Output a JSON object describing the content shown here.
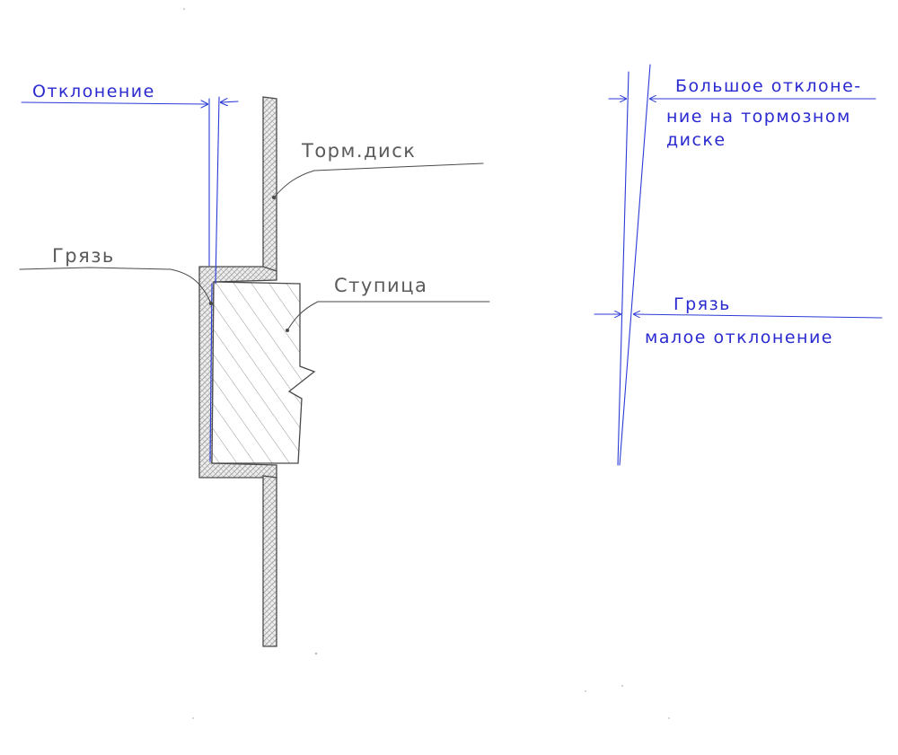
{
  "left_diagram": {
    "deflection_label": "Отклонение",
    "brake_disc_label": "Торм.диск",
    "dirt_label": "Грязь",
    "hub_label": "Ступица"
  },
  "right_diagram": {
    "large_deflection_line1": "Большое отклоне-",
    "large_deflection_line2": "ние на тормозном",
    "large_deflection_line3": "диске",
    "dirt_label": "Грязь",
    "small_deflection_label": "малое отклонение"
  },
  "colors": {
    "pencil": "#4a4a4a",
    "ink": "#2b3bd6",
    "paper": "#ffffff"
  }
}
